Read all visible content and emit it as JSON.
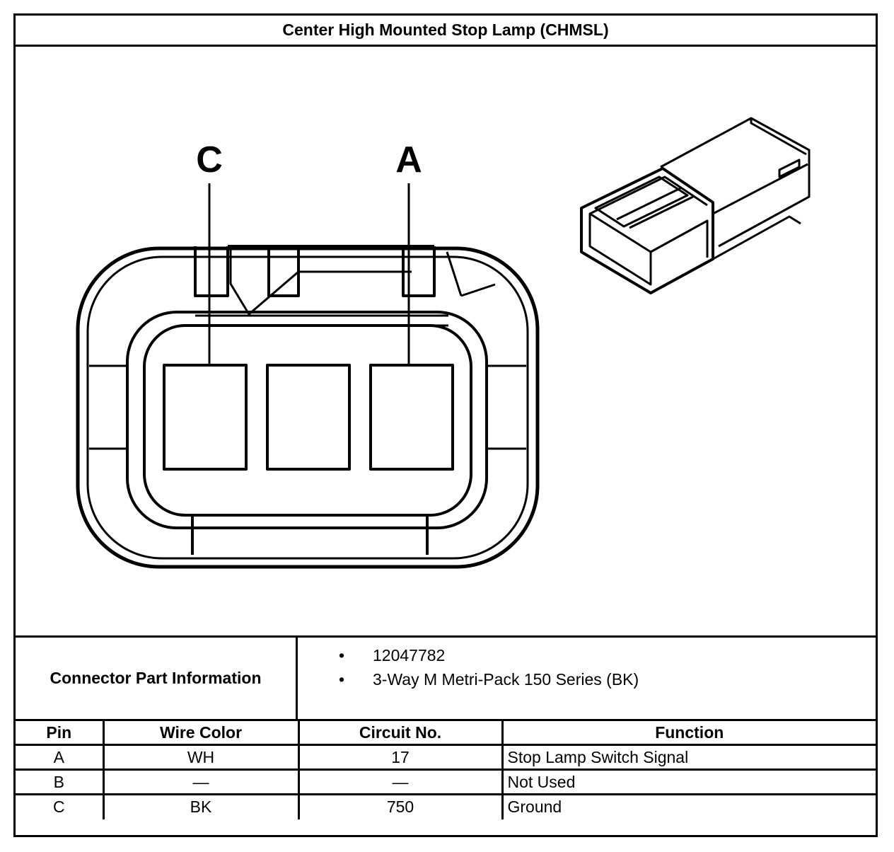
{
  "title": "Center High Mounted Stop Lamp (CHMSL)",
  "diagram": {
    "pin_labels": [
      "C",
      "A"
    ]
  },
  "connector_info": {
    "label": "Connector Part Information",
    "items": [
      "12047782",
      "3-Way M Metri-Pack 150 Series (BK)"
    ]
  },
  "pin_table": {
    "headers": [
      "Pin",
      "Wire Color",
      "Circuit No.",
      "Function"
    ],
    "rows": [
      [
        "A",
        "WH",
        "17",
        "Stop Lamp Switch Signal"
      ],
      [
        "B",
        "—",
        "—",
        "Not Used"
      ],
      [
        "C",
        "BK",
        "750",
        "Ground"
      ]
    ]
  }
}
